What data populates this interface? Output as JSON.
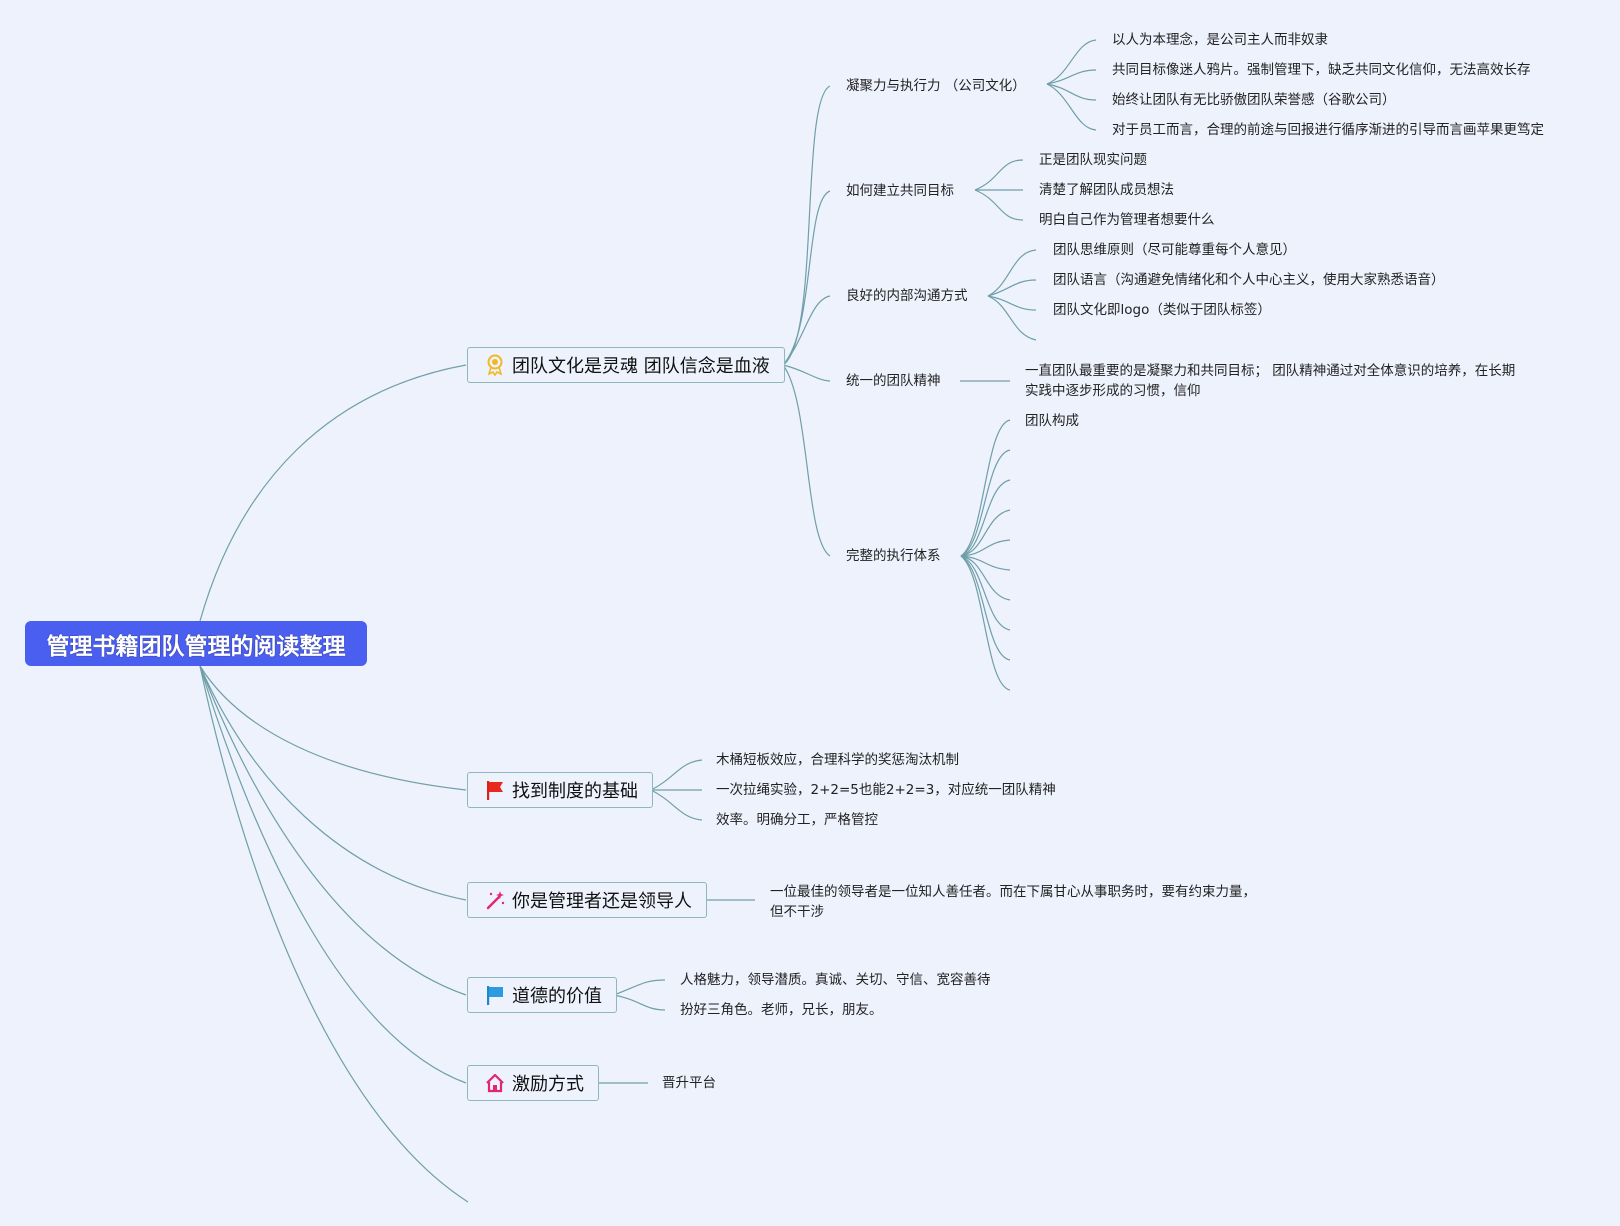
{
  "root": {
    "title": "管理书籍团队管理的阅读整理"
  },
  "branches": [
    {
      "label": "团队文化是灵魂 团队信念是血液",
      "icon": "award-icon",
      "children": [
        {
          "label": "凝聚力与执行力 （公司文化）",
          "children": [
            "以人为本理念，是公司主人而非奴隶",
            "共同目标像迷人鸦片。强制管理下，缺乏共同文化信仰，无法高效长存",
            "始终让团队有无比骄傲团队荣誉感（谷歌公司）",
            "对于员工而言，合理的前途与回报进行循序渐进的引导而言画苹果更笃定"
          ]
        },
        {
          "label": "如何建立共同目标",
          "children": [
            "正是团队现实问题",
            "清楚了解团队成员想法",
            "明白自己作为管理者想要什么"
          ]
        },
        {
          "label": "良好的内部沟通方式",
          "children": [
            "团队思维原则（尽可能尊重每个人意见）",
            "团队语言（沟通避免情绪化和个人中心主义，使用大家熟悉语音）",
            "团队文化即logo（类似于团队标签）"
          ]
        },
        {
          "label": "统一的团队精神",
          "children": [
            "一直团队最重要的是凝聚力和共同目标； 团队精神通过对全体意识的培养，在长期实践中逐步形成的习惯，信仰"
          ]
        },
        {
          "label": "完整的执行体系",
          "children": [
            "团队构成"
          ]
        }
      ]
    },
    {
      "label": "找到制度的基础",
      "icon": "red-flag-icon",
      "children": [
        "木桶短板效应，合理科学的奖惩淘汰机制",
        "一次拉绳实验，2+2=5也能2+2=3，对应统一团队精神",
        "效率。明确分工，严格管控"
      ]
    },
    {
      "label": "你是管理者还是领导人",
      "icon": "magic-wand-icon",
      "children": [
        "一位最佳的领导者是一位知人善任者。而在下属甘心从事职务时，要有约束力量，但不干涉"
      ]
    },
    {
      "label": "道德的价值",
      "icon": "blue-flag-icon",
      "children": [
        "人格魅力，领导潜质。真诚、关切、守信、宽容善待",
        "扮好三角色。老师，兄长，朋友。"
      ]
    },
    {
      "label": "激励方式",
      "icon": "house-icon",
      "children": [
        "晋升平台"
      ]
    }
  ],
  "colors": {
    "background": "#eef2fd",
    "root_fill": "#4a5ef0",
    "connector": "#6f9fa8",
    "branch_border": "#8fb7be"
  }
}
